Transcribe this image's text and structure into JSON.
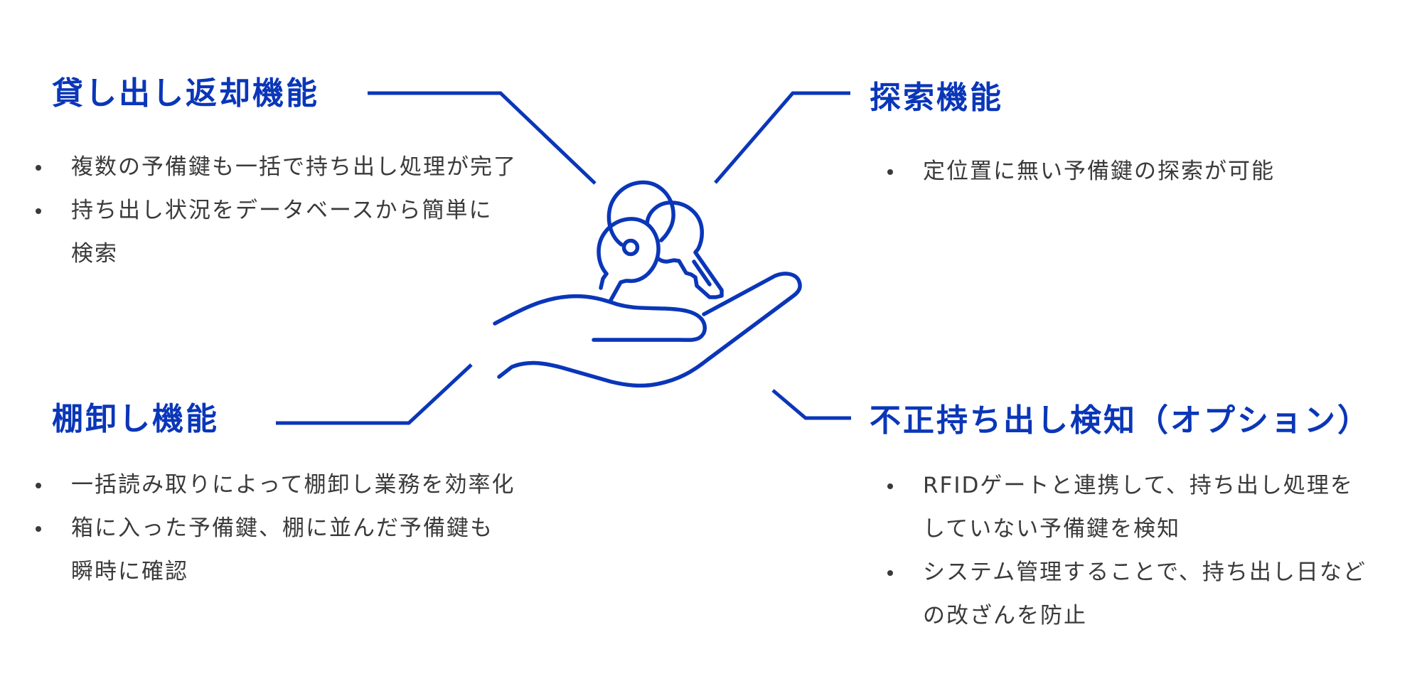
{
  "colors": {
    "accent": "#0a36b8",
    "text": "#3a3a3a",
    "background": "#ffffff"
  },
  "illustration": {
    "icon": "hand-holding-keys-icon"
  },
  "features": {
    "lending": {
      "title": "貸し出し返却機能",
      "bullets": [
        "複数の予備鍵も一括で持ち出し処理が完了",
        "持ち出し状況をデータベースから簡単に検索"
      ],
      "lines": [
        "複数の予備鍵も一括で持ち出し処理が完了",
        "持ち出し状況をデータベースから簡単に",
        "検索"
      ]
    },
    "search": {
      "title": "探索機能",
      "bullets": [
        "定位置に無い予備鍵の探索が可能"
      ]
    },
    "inventory": {
      "title": "棚卸し機能",
      "bullets": [
        "一括読み取りによって棚卸し業務を効率化",
        "箱に入った予備鍵、棚に並んだ予備鍵も瞬時に確認"
      ],
      "lines": [
        "一括読み取りによって棚卸し業務を効率化",
        "箱に入った予備鍵、棚に並んだ予備鍵も",
        "瞬時に確認"
      ]
    },
    "detection": {
      "title": "不正持ち出し検知（オプション）",
      "bullets": [
        "RFIDゲートと連携して、持ち出し処理をしていない予備鍵を検知",
        "システム管理することで、持ち出し日などの改ざんを防止"
      ],
      "lines": [
        "RFIDゲートと連携して、持ち出し処理を",
        "していない予備鍵を検知",
        "システム管理することで、持ち出し日など",
        "の改ざんを防止"
      ]
    }
  }
}
